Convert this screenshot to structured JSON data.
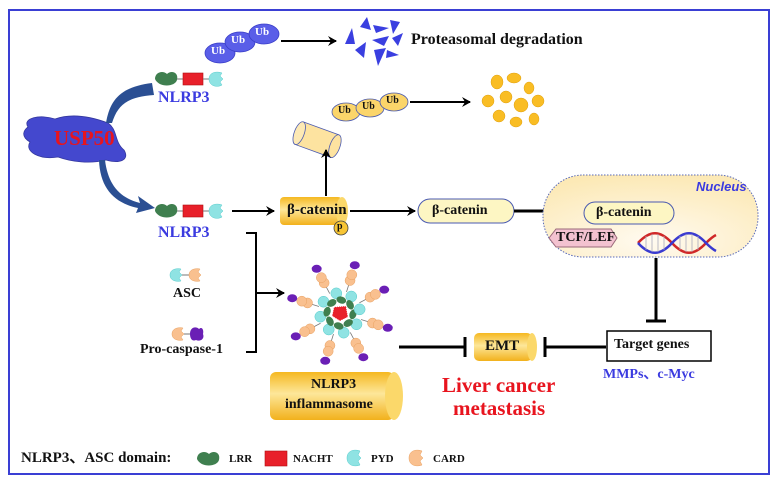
{
  "figure": {
    "usp50_label": "USP50",
    "nlrp3_top_label": "NLRP3",
    "nlrp3_mid_label": "NLRP3",
    "ub_labels_blue": [
      "Ub",
      "Ub",
      "Ub"
    ],
    "ub_labels_yellow": [
      "Ub",
      "Ub",
      "Ub"
    ],
    "proteasomal_label": "Proteasomal degradation",
    "beta_catenin_p_label": "β-catenin",
    "phospho_label": "p",
    "beta_catenin_cyto_label": "β-catenin",
    "nucleus_label": "Nucleus",
    "beta_catenin_nuc_label": "β-catenin",
    "tcf_lef_label": "TCF/LEF",
    "asc_label": "ASC",
    "procaspase_label": "Pro-caspase-1",
    "inflammasome_label_1": "NLRP3",
    "inflammasome_label_2": "inflammasome",
    "emt_label": "EMT",
    "target_genes_label": "Target genes",
    "target_examples_label": "MMPs、c-Myc",
    "outcome_label_1": "Liver cancer",
    "outcome_label_2": "metastasis"
  },
  "legend": {
    "title": "NLRP3、ASC domain:",
    "items": [
      {
        "label": "LRR",
        "icon": "lrr-kidney-icon",
        "color": "#3f7f4f"
      },
      {
        "label": "NACHT",
        "icon": "nacht-square-icon",
        "color": "#e8202a"
      },
      {
        "label": "PYD",
        "icon": "pyd-notch-icon",
        "color": "#8fe3e3"
      },
      {
        "label": "CARD",
        "icon": "card-notch-icon",
        "color": "#f9c08f"
      }
    ]
  },
  "colors": {
    "frame": "#3a3fd4",
    "usp50": "#3a3fcc",
    "arrow_curve": "#2b4f93",
    "ub_blue": "#5a5ee8",
    "ub_yellow": "#fbd56a",
    "cylinder": "#f7c535",
    "nucleus_fill": "#fdf3d2",
    "tcf": "#f3b8c8"
  }
}
